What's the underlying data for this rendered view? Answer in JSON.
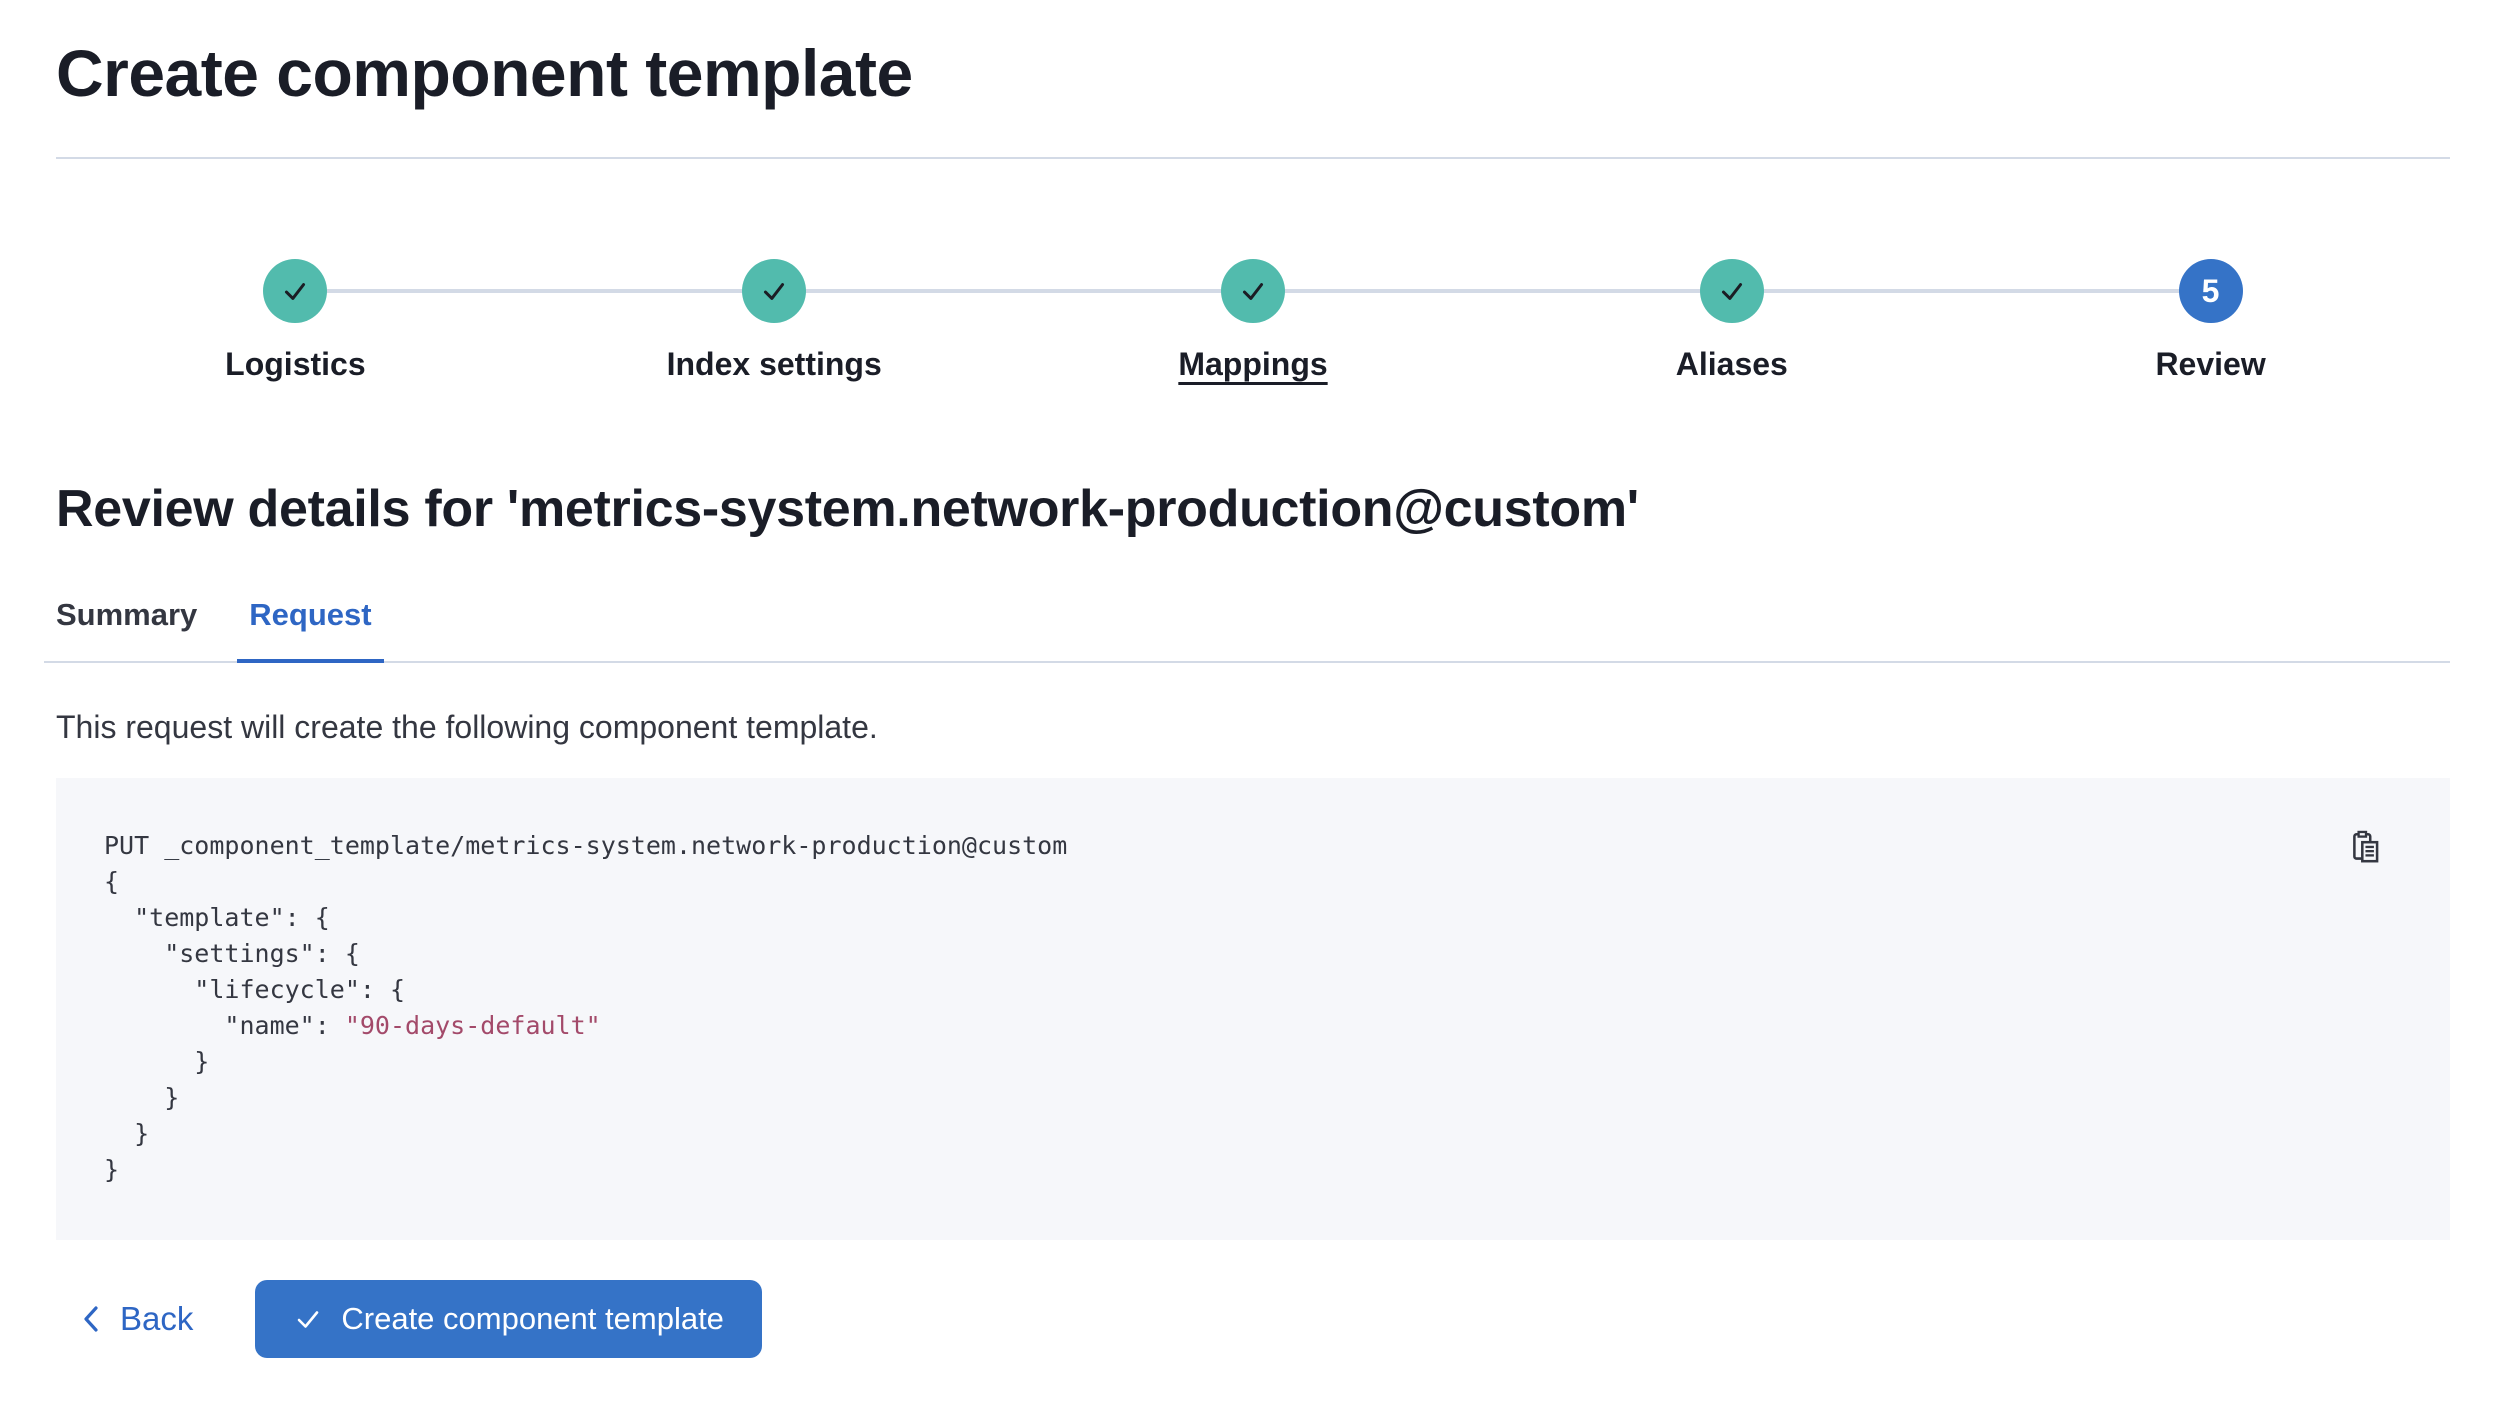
{
  "header": {
    "title": "Create component template"
  },
  "stepper": {
    "steps": [
      {
        "label": "Logistics",
        "status": "complete",
        "icon": "check-icon"
      },
      {
        "label": "Index settings",
        "status": "complete",
        "icon": "check-icon"
      },
      {
        "label": "Mappings",
        "status": "complete",
        "icon": "check-icon",
        "underlined": true
      },
      {
        "label": "Aliases",
        "status": "complete",
        "icon": "check-icon"
      },
      {
        "label": "Review",
        "status": "current",
        "number": "5"
      }
    ]
  },
  "review": {
    "heading": "Review details for 'metrics-system.network-production@custom'",
    "tabs": [
      {
        "label": "Summary",
        "active": false
      },
      {
        "label": "Request",
        "active": true
      }
    ],
    "description": "This request will create the following component template."
  },
  "code_block": {
    "copy_icon": "copy-clipboard-icon",
    "lines": [
      {
        "segments": [
          {
            "type": "plain",
            "text": "PUT _component_template/metrics-system.network-production@custom"
          }
        ]
      },
      {
        "segments": [
          {
            "type": "plain",
            "text": "{"
          }
        ]
      },
      {
        "segments": [
          {
            "type": "plain",
            "text": "  \"template\": {"
          }
        ]
      },
      {
        "segments": [
          {
            "type": "plain",
            "text": "    \"settings\": {"
          }
        ]
      },
      {
        "segments": [
          {
            "type": "plain",
            "text": "      \"lifecycle\": {"
          }
        ]
      },
      {
        "segments": [
          {
            "type": "plain",
            "text": "        \"name\": "
          },
          {
            "type": "string",
            "text": "\"90-days-default\""
          }
        ]
      },
      {
        "segments": [
          {
            "type": "plain",
            "text": "      }"
          }
        ]
      },
      {
        "segments": [
          {
            "type": "plain",
            "text": "    }"
          }
        ]
      },
      {
        "segments": [
          {
            "type": "plain",
            "text": "  }"
          }
        ]
      },
      {
        "segments": [
          {
            "type": "plain",
            "text": "}"
          }
        ]
      }
    ]
  },
  "footer": {
    "back_label": "Back",
    "create_button_label": "Create component template"
  },
  "colors": {
    "step_complete_teal": "#52bbad",
    "step_current_blue": "#3573c7",
    "link_blue": "#2e66c4",
    "button_blue": "#3573c7",
    "code_string_rose": "#a34a6a",
    "divider_gray": "#d3dae6",
    "code_panel_bg": "#f6f7fa",
    "text_dark": "#343741"
  }
}
